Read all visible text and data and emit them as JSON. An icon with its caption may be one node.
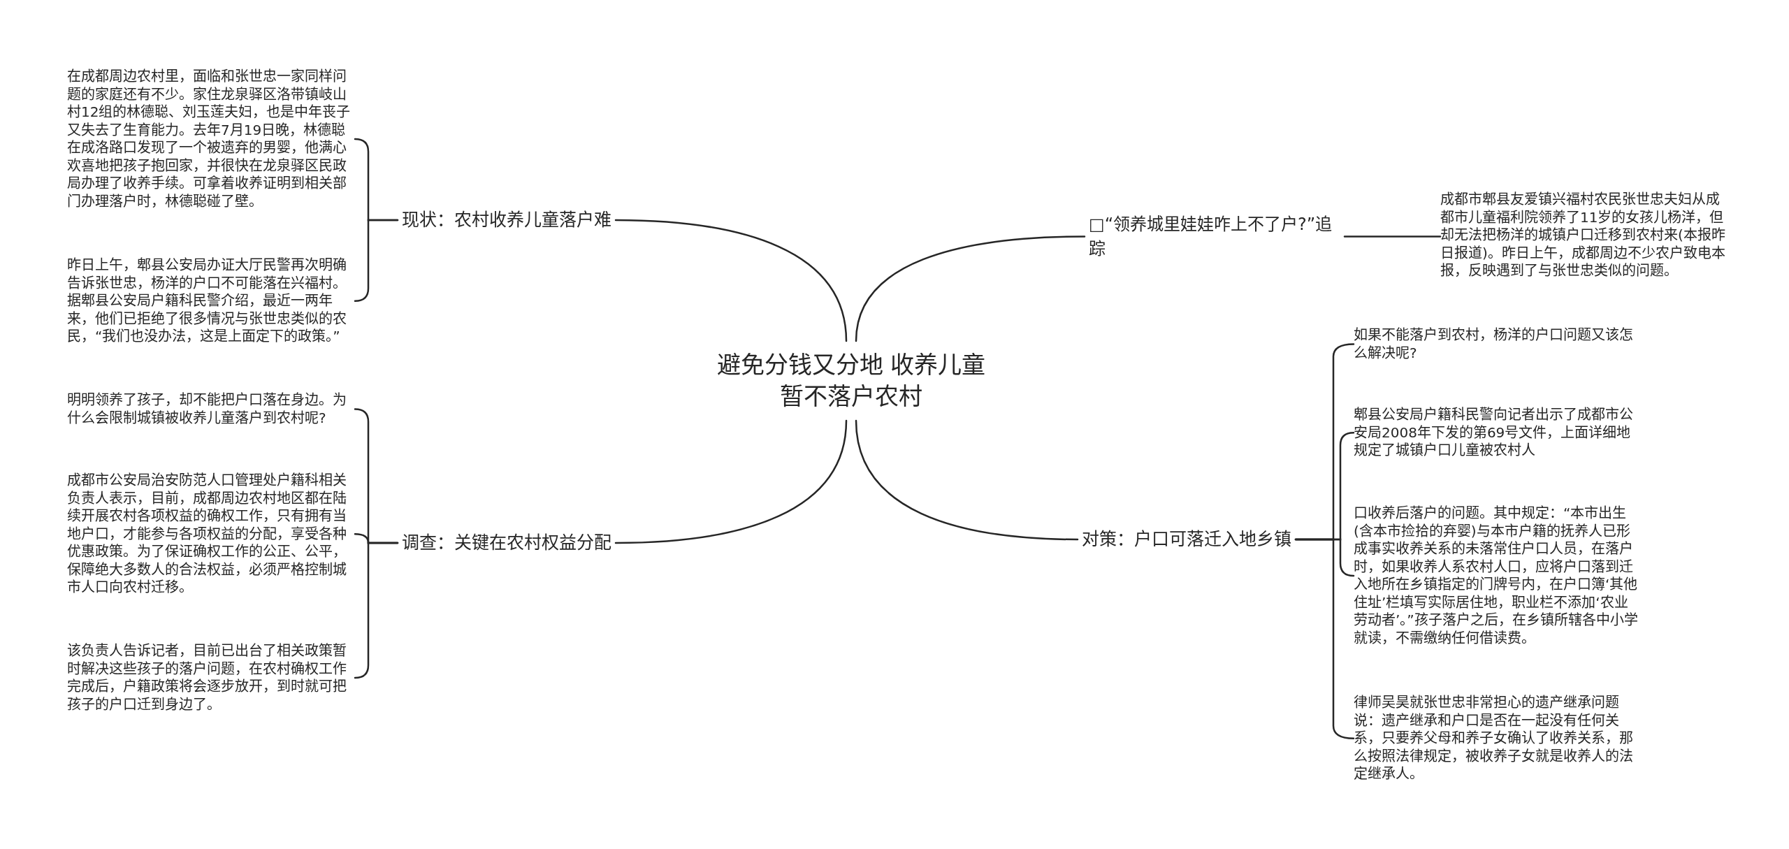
{
  "diagram": {
    "nodes": [
      {
        "text": [
          "避免分钱又分地 收养儿童暂不落户农村"
        ]
      },
      {
        "text": [
          "现状：农村收养儿童落户难"
        ]
      },
      {
        "text": [
          "在成都周边农村里，面临和张世忠一家同样问题的家庭还有不少。家住龙泉驿区洛带镇岐山村12组的林德聪、刘玉莲夫妇，也是中年丧子又失去了生育能力。去年7月19日晚，林德聪在成洛路口发现了一个被遗弃的男婴，他满心欢喜地把孩子抱回家，并很快在龙泉驿区民政局办理了收养手续。可拿着收养证明到相关部门办理落户时，林德聪碰了壁。"
        ]
      },
      {
        "text": [
          "昨日上午，郫县公安局办证大厅民警再次明确告诉张世忠，杨洋的户口不可能落在兴福村。据郫县公安局户籍科民警介绍，最近一两年来，他们已拒绝了很多情况与张世忠类似的农民，“我们也没办法，这是上面定下的政策。”"
        ]
      },
      {
        "text": [
          "调查：关键在农村权益分配"
        ]
      },
      {
        "text": [
          "明明领养了孩子，却不能把户口落在身边。为什么会限制城镇被收养儿童落户到农村呢?"
        ]
      },
      {
        "text": [
          "成都市公安局治安防范人口管理处户籍科相关负责人表示，目前，成都周边农村地区都在陆续开展农村各项权益的确权工作，只有拥有当地户口，才能参与各项权益的分配，享受各种优惠政策。为了保证确权工作的公正、公平，保障绝大多数人的合法权益，必须严格控制城市人口向农村迁移。"
        ]
      },
      {
        "text": [
          "该负责人告诉记者，目前已出台了相关政策暂时解决这些孩子的落户问题，在农村确权工作完成后，户籍政策将会逐步放开，到时就可把孩子的户口迁到身边了。"
        ]
      },
      {
        "text": [
          "□“领养城里娃娃咋上不了户?”追踪"
        ]
      },
      {
        "text": [
          "成都市郫县友爱镇兴福村农民张世忠夫妇从成都市儿童福利院领养了11岁的女孩儿杨洋，但却无法把杨洋的城镇户口迁移到农村来(本报昨日报道)。昨日上午，成都周边不少农户致电本报，反映遇到了与张世忠类似的问题。"
        ]
      },
      {
        "text": [
          "对策：户口可落迁入地乡镇"
        ]
      },
      {
        "text": [
          "如果不能落户到农村，杨洋的户口问题又该怎么解决呢?"
        ]
      },
      {
        "text": [
          "郫县公安局户籍科民警向记者出示了成都市公安局2008年下发的第69号文件，上面详细地规定了城镇户口儿童被农村人"
        ]
      },
      {
        "text": [
          "口收养后落户的问题。其中规定：“本市出生(含本市捡拾的弃婴)与本市户籍的抚养人已形成事实收养关系的未落常住户口人员，在落户时，如果收养人系农村人口，应将户口落到迁入地所在乡镇指定的门牌号内，在户口簿‘其他住址’栏填写实际居住地，职业栏不添加‘农业劳动者’。”孩子落户之后，在乡镇所辖各中小学就读，不需缴纳任何借读费。"
        ]
      },
      {
        "text": [
          "律师吴昊就张世忠非常担心的遗产继承问题说：遗产继承和户口是否在一起没有任何关系，只要养父母和养子女确认了收养关系，那么按照法律规定，被收养子女就是收养人的法定继承人。"
        ]
      }
    ],
    "edges": [
      {
        "from": 0,
        "to": 1,
        "arrow": "none"
      },
      {
        "from": 1,
        "to": 2,
        "arrow": "none"
      },
      {
        "from": 1,
        "to": 3,
        "arrow": "none"
      },
      {
        "from": 0,
        "to": 4,
        "arrow": "none"
      },
      {
        "from": 4,
        "to": 5,
        "arrow": "none"
      },
      {
        "from": 4,
        "to": 6,
        "arrow": "none"
      },
      {
        "from": 4,
        "to": 7,
        "arrow": "none"
      },
      {
        "from": 0,
        "to": 8,
        "arrow": "none"
      },
      {
        "from": 8,
        "to": 9,
        "arrow": "none"
      },
      {
        "from": 0,
        "to": 10,
        "arrow": "none"
      },
      {
        "from": 10,
        "to": 11,
        "arrow": "none"
      },
      {
        "from": 10,
        "to": 12,
        "arrow": "none"
      },
      {
        "from": 10,
        "to": 13,
        "arrow": "none"
      },
      {
        "from": 10,
        "to": 14,
        "arrow": "none"
      }
    ]
  }
}
